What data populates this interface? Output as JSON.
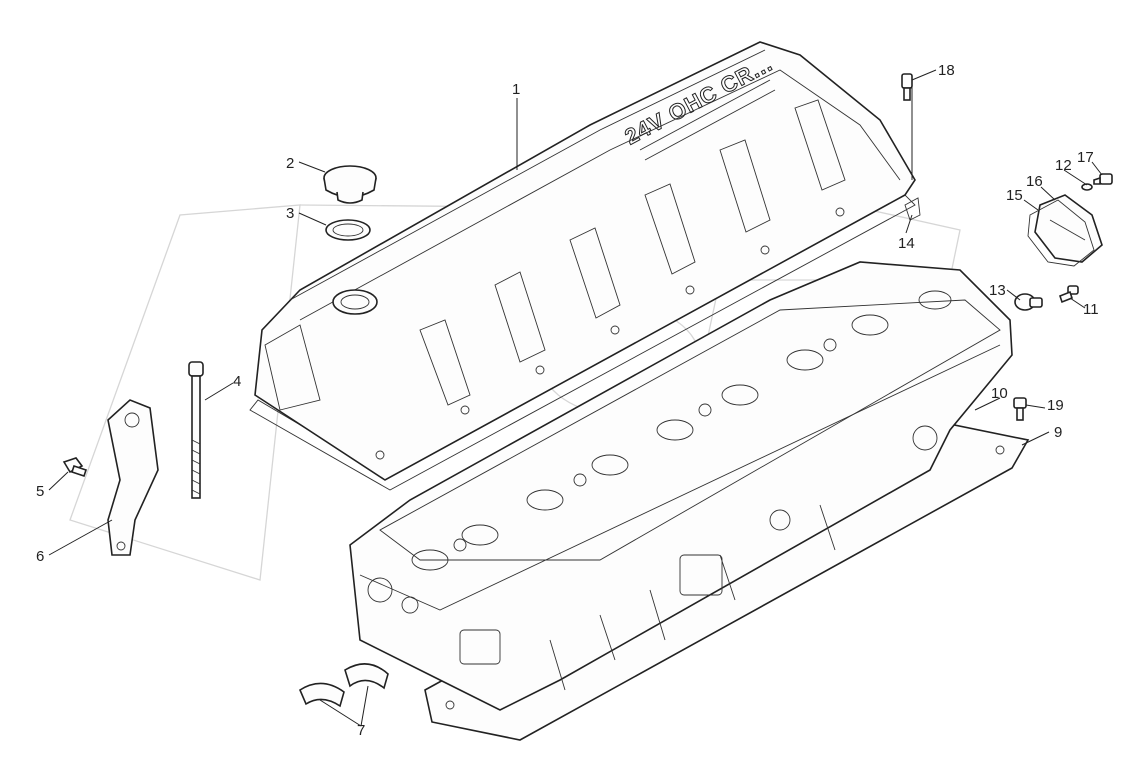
{
  "cover_marking": "24V OHC CR...",
  "callouts": [
    {
      "id": "1",
      "text": "1"
    },
    {
      "id": "2",
      "text": "2"
    },
    {
      "id": "3",
      "text": "3"
    },
    {
      "id": "4",
      "text": "4"
    },
    {
      "id": "5",
      "text": "5"
    },
    {
      "id": "6",
      "text": "6"
    },
    {
      "id": "7",
      "text": "7"
    },
    {
      "id": "9",
      "text": "9"
    },
    {
      "id": "10",
      "text": "10"
    },
    {
      "id": "11",
      "text": "11"
    },
    {
      "id": "12",
      "text": "12"
    },
    {
      "id": "13",
      "text": "13"
    },
    {
      "id": "14",
      "text": "14"
    },
    {
      "id": "15",
      "text": "15"
    },
    {
      "id": "16",
      "text": "16"
    },
    {
      "id": "17",
      "text": "17"
    },
    {
      "id": "18",
      "text": "18"
    },
    {
      "id": "19",
      "text": "19"
    }
  ]
}
